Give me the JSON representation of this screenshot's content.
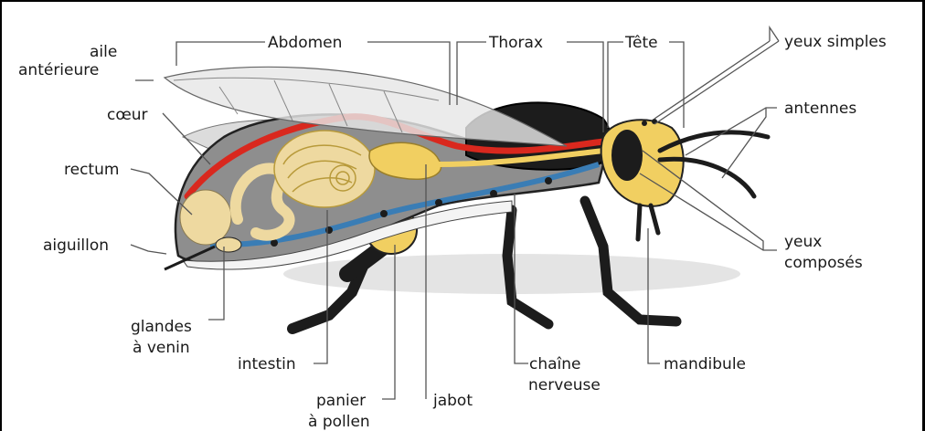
{
  "labels": {
    "abdomen": "Abdomen",
    "thorax": "Thorax",
    "tete": "Tête",
    "aile_1": "aile",
    "aile_2": "antérieure",
    "coeur": "cœur",
    "rectum": "rectum",
    "aiguillon": "aiguillon",
    "glandes_1": "glandes",
    "glandes_2": "à venin",
    "intestin": "intestin",
    "panier_1": "panier",
    "panier_2": "à pollen",
    "jabot": "jabot",
    "chaine_1": "chaîne",
    "chaine_2": "nerveuse",
    "mandibule": "mandibule",
    "yeux_simples": "yeux simples",
    "antennes": "antennes",
    "yeux_comp_1": "yeux",
    "yeux_comp_2": "composés"
  },
  "colors": {
    "body_dark": "#1c1c1c",
    "body_grey": "#8e8e8e",
    "yellow": "#f1cf61",
    "pale_yellow": "#eed9a0",
    "heart_red": "#d9281e",
    "nerve_blue": "#3a7db5",
    "wing": "#e6e6e6"
  }
}
